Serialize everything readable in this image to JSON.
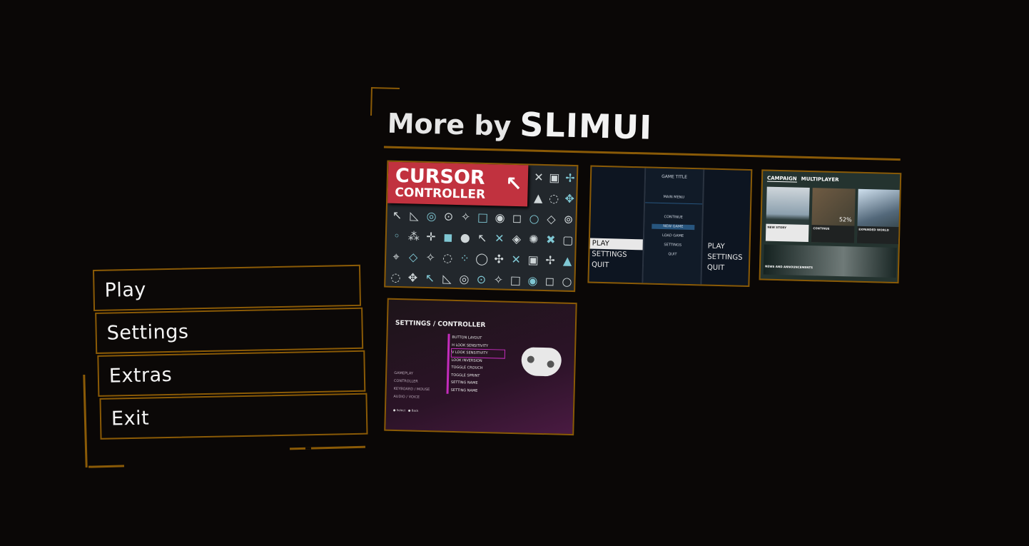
{
  "menu": {
    "items": [
      {
        "label": "Play"
      },
      {
        "label": "Settings"
      },
      {
        "label": "Extras"
      },
      {
        "label": "Exit"
      }
    ]
  },
  "panel": {
    "title_prefix": "More by",
    "title_brand": "SLIMUI",
    "thumbnails": [
      {
        "name": "Cursor Controller",
        "line1": "CURSOR",
        "line2": "CONTROLLER"
      },
      {
        "name": "Main Menu",
        "game_title": "GAME TITLE",
        "submenu": "MAIN MENU",
        "left_items": [
          "PLAY",
          "SETTINGS",
          "QUIT"
        ],
        "mid_items": [
          "CONTINUE",
          "NEW GAME",
          "LOAD GAME",
          "SETTINGS",
          "QUIT"
        ],
        "right_items": [
          "PLAY",
          "SETTINGS",
          "QUIT"
        ]
      },
      {
        "name": "Campaign",
        "tabs": [
          "CAMPAIGN",
          "MULTIPLAYER"
        ],
        "cards": [
          "NEW STORY",
          "CONTINUE",
          "EXPANDED WORLD"
        ],
        "progress": "52%",
        "news": "NEWS AND ANNOUNCEMENTS"
      },
      {
        "name": "Settings Controller",
        "title": "SETTINGS / CONTROLLER",
        "side": [
          "GAMEPLAY",
          "CONTROLLER",
          "KEYBOARD / MOUSE",
          "AUDIO / VOICE"
        ],
        "list": [
          "BUTTON LAYOUT",
          "H LOOK SENSITIVITY",
          "V LOOK SENSITIVITY",
          "LOOK INVERSION",
          "TOGGLE CROUCH",
          "TOGGLE SPRINT",
          "SETTING NAME",
          "SETTING NAME"
        ],
        "footer": [
          "Select",
          "Back"
        ]
      }
    ]
  },
  "colors": {
    "accent": "#8a5a06",
    "background": "#0a0706",
    "cursor_red": "#c1323f"
  }
}
